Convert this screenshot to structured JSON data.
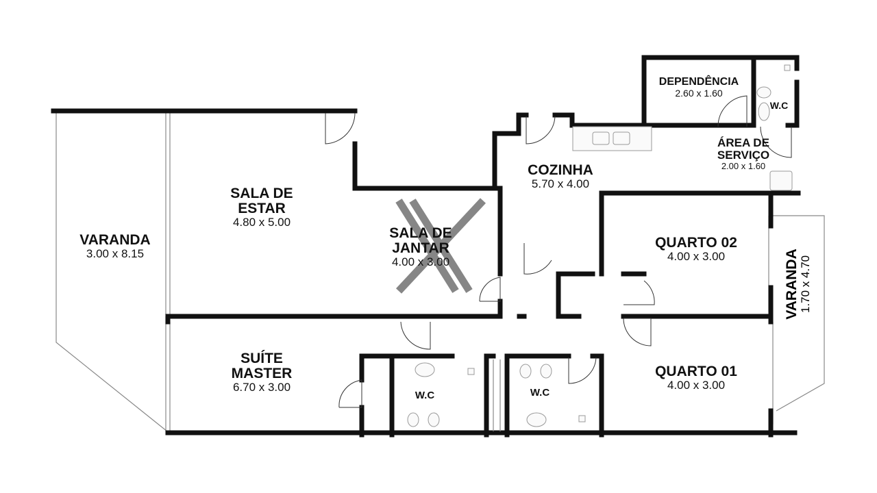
{
  "plan": {
    "watermark_logo": "X",
    "rooms": [
      {
        "name": "VARANDA",
        "dims": "3.00 x 8.15"
      },
      {
        "name": "SALA DE ESTAR",
        "dims": "4.80 x 5.00"
      },
      {
        "name": "SALA DE JANTAR",
        "dims": "4.00 x 3.00"
      },
      {
        "name": "COZINHA",
        "dims": "5.70 x 4.00"
      },
      {
        "name": "DEPENDÊNCIA",
        "dims": "2.60 x 1.60"
      },
      {
        "name": "W.C",
        "dims": ""
      },
      {
        "name": "ÁREA DE SERVIÇO",
        "dims": "2.00 x 1.60"
      },
      {
        "name": "QUARTO 02",
        "dims": "4.00 x 3.00"
      },
      {
        "name": "VARANDA",
        "dims": "1.70 x 4.70"
      },
      {
        "name": "SUÍTE MASTER",
        "dims": "6.70 x 3.00"
      },
      {
        "name": "W.C",
        "dims": ""
      },
      {
        "name": "W.C",
        "dims": ""
      },
      {
        "name": "QUARTO 01",
        "dims": "4.00 x 3.00"
      }
    ]
  }
}
